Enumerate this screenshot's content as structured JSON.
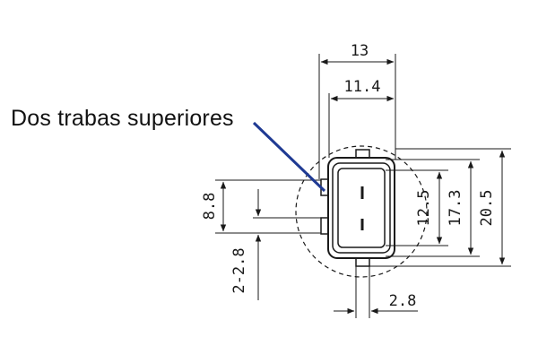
{
  "callout": {
    "label": "Dos trabas superiores",
    "leader_color": "#1f3a93"
  },
  "dimensions": {
    "top_outer_width": "13",
    "top_inner_width": "11.4",
    "right_inner_height": "12.5",
    "right_mid_height": "17.3",
    "right_outer_height": "20.5",
    "left_latch_span": "8.8",
    "left_latch_width": "2-2.8",
    "bottom_key_width": "2.8"
  },
  "colors": {
    "drawing": "#1a1a1a",
    "background": "#ffffff"
  }
}
